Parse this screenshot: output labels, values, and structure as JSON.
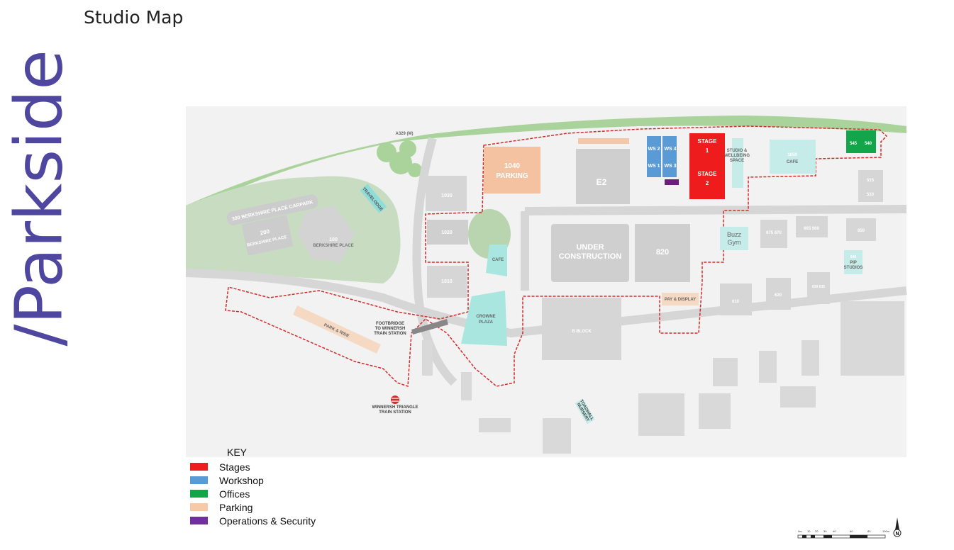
{
  "title": "Studio Map",
  "brand": "/Parkside",
  "map": {
    "road_label": "A329 (M)",
    "buildings": {
      "parking_1040": [
        "1040",
        "PARKING"
      ],
      "e2": "E2",
      "ws2": "WS 2",
      "ws4": "WS 4",
      "ws1": "WS 1",
      "ws3": "WS 3",
      "stage1": [
        "STAGE",
        "1"
      ],
      "stage2": [
        "STAGE",
        "2"
      ],
      "studio_wellbeing": [
        "STUDIO &",
        "WELLBEING",
        "SPACE"
      ],
      "cafe_1050": [
        "1050",
        "CAFE"
      ],
      "b545": "545",
      "b540": "540",
      "b515": "515",
      "b510": "510",
      "under_construction": [
        "UNDER",
        "CONSTRUCTION"
      ],
      "b820": "820",
      "buzz_gym": [
        "Buzz",
        "Gym"
      ],
      "b675_670": "675 670",
      "b665_660": "665 660",
      "b650": "650",
      "pip": [
        "640",
        "PIP",
        "STUDIOS"
      ],
      "b610": "610",
      "b620": "620",
      "b630_635": "630 635",
      "b_block": "B BLOCK",
      "pay_display": "PAY & DISPLAY",
      "b1030": "1030",
      "b1020": "1020",
      "b1010": "1010",
      "cafe": "CAFE",
      "crowne_plaza": [
        "CROWNE",
        "PLAZA"
      ],
      "berkshire_carpark": "300 BERKSHIRE PLACE CARPARK",
      "berkshire_200": [
        "200",
        "BERKSHIRE PLACE"
      ],
      "berkshire_100": [
        "100",
        "BERKSHIRE PLACE"
      ],
      "travelodge": "TRAVELODGE",
      "park_ride": "PARK & RIDE",
      "footbridge": [
        "FOOTBRIDGE",
        "TO WINNERSH",
        "TRAIN STATION"
      ],
      "station": [
        "WINNERSH TRIANGLE",
        "TRAIN STATION"
      ],
      "toadhall": [
        "TOADHALL",
        "NURSERY"
      ]
    },
    "scale": [
      "0m",
      "10",
      "20",
      "30",
      "40",
      "60",
      "80",
      "100m"
    ],
    "north": "N"
  },
  "key": {
    "title": "KEY",
    "items": [
      {
        "label": "Stages",
        "color": "#ee1c1c"
      },
      {
        "label": "Workshop",
        "color": "#5b9bd5"
      },
      {
        "label": "Offices",
        "color": "#12a54a"
      },
      {
        "label": "Parking",
        "color": "#f6c9a8"
      },
      {
        "label": "Operations & Security",
        "color": "#7030a0"
      }
    ]
  }
}
